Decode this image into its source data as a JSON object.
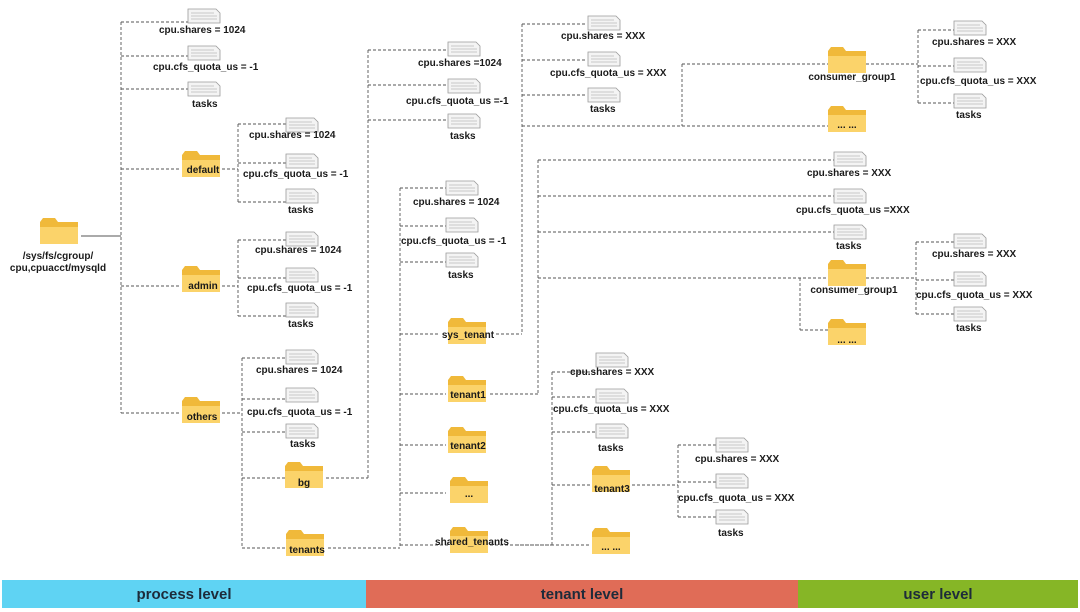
{
  "root": {
    "label_line1": "/sys/fs/cgroup/",
    "label_line2": "cpu,cpuacct/mysqld"
  },
  "folders": {
    "default": "default",
    "admin": "admin",
    "others": "others",
    "bg": "bg",
    "tenants": "tenants",
    "sys_tenant": "sys_tenant",
    "tenant1": "tenant1",
    "tenant2": "tenant2",
    "tenant_more": "...",
    "shared_tenants": "shared_tenants",
    "tenant3": "tenant3",
    "t1_more": "... ...",
    "consumer_group1_a": "consumer_group1",
    "sys_more": "... ...",
    "consumer_group1_b": "consumer_group1",
    "t1b_more": "... ..."
  },
  "files": {
    "root_shares": "cpu.shares = 1024",
    "root_quota": "cpu.cfs_quota_us = -1",
    "root_tasks": "tasks",
    "default_shares": "cpu.shares = 1024",
    "default_quota": "cpu.cfs_quota_us = -1",
    "default_tasks": "tasks",
    "admin_shares": "cpu.shares = 1024",
    "admin_quota": "cpu.cfs_quota_us = -1",
    "admin_tasks": "tasks",
    "others_shares": "cpu.shares = 1024",
    "others_quota": "cpu.cfs_quota_us = -1",
    "others_tasks": "tasks",
    "bg_shares": "cpu.shares =1024",
    "bg_quota": "cpu.cfs_quota_us =-1",
    "bg_tasks": "tasks",
    "tenants_shares": "cpu.shares = 1024",
    "tenants_quota": "cpu.cfs_quota_us = -1",
    "tenants_tasks": "tasks",
    "sys_shares": "cpu.shares = XXX",
    "sys_quota": "cpu.cfs_quota_us = XXX",
    "sys_tasks": "tasks",
    "cg1a_shares": "cpu.shares = XXX",
    "cg1a_quota": "cpu.cfs_quota_us = XXX",
    "cg1a_tasks": "tasks",
    "t1_shares": "cpu.shares = XXX",
    "t1_quota": "cpu.cfs_quota_us =XXX",
    "t1_tasks": "tasks",
    "cg1b_shares": "cpu.shares = XXX",
    "cg1b_quota": "cpu.cfs_quota_us = XXX",
    "cg1b_tasks": "tasks",
    "shared_shares": "cpu.shares = XXX",
    "shared_quota": "cpu.cfs_quota_us = XXX",
    "shared_tasks": "tasks",
    "t3_shares": "cpu.shares = XXX",
    "t3_quota": "cpu.cfs_quota_us = XXX",
    "t3_tasks": "tasks"
  },
  "levels": {
    "process": "process level",
    "tenant": "tenant level",
    "user": "user level"
  },
  "colors": {
    "process": "#5fd3f3",
    "tenant": "#e06c57",
    "user": "#86b626",
    "folder": "#fbd36a"
  }
}
